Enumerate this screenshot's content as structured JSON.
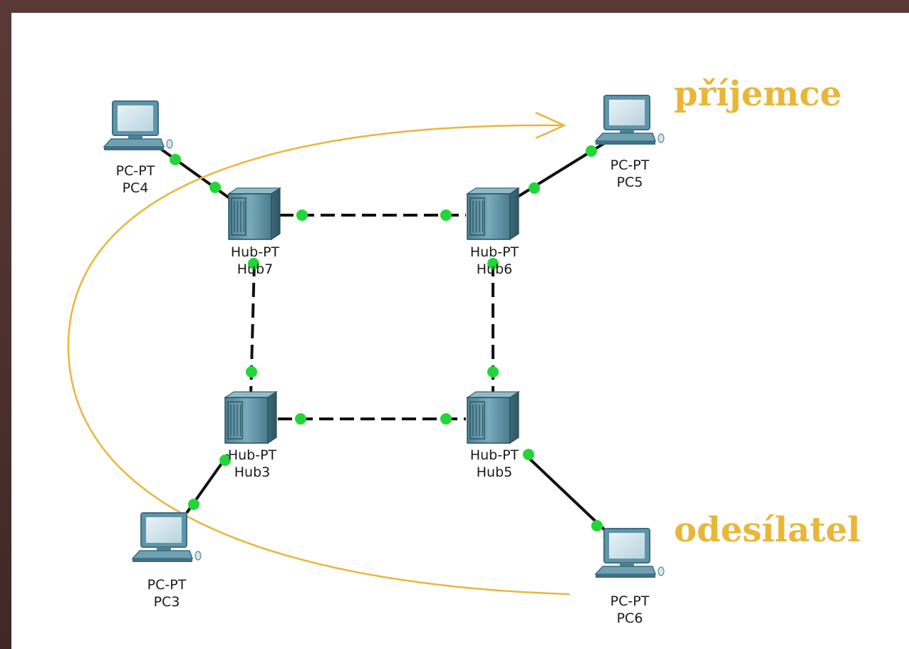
{
  "diagram": {
    "annotations": {
      "receiver": "příjemce",
      "sender": "odesílatel"
    },
    "colors": {
      "annotation": "#e9b63a",
      "arrow": "#e9b63a",
      "link": "#111111",
      "port": "#22d63a",
      "device_body": "#5e93a8",
      "background": "#ffffff",
      "frame": "#4a2f2c"
    },
    "devices": [
      {
        "id": "PC4",
        "kind": "pc",
        "type_label": "PC-PT",
        "name": "PC4"
      },
      {
        "id": "PC5",
        "kind": "pc",
        "type_label": "PC-PT",
        "name": "PC5"
      },
      {
        "id": "PC3",
        "kind": "pc",
        "type_label": "PC-PT",
        "name": "PC3"
      },
      {
        "id": "PC6",
        "kind": "pc",
        "type_label": "PC-PT",
        "name": "PC6"
      },
      {
        "id": "Hub7",
        "kind": "hub",
        "type_label": "Hub-PT",
        "name": "Hub7"
      },
      {
        "id": "Hub6",
        "kind": "hub",
        "type_label": "Hub-PT",
        "name": "Hub6"
      },
      {
        "id": "Hub3",
        "kind": "hub",
        "type_label": "Hub-PT",
        "name": "Hub3"
      },
      {
        "id": "Hub5",
        "kind": "hub",
        "type_label": "Hub-PT",
        "name": "Hub5"
      }
    ],
    "links": [
      {
        "from": "PC4",
        "to": "Hub7",
        "style": "straight"
      },
      {
        "from": "PC5",
        "to": "Hub6",
        "style": "straight"
      },
      {
        "from": "PC3",
        "to": "Hub3",
        "style": "straight"
      },
      {
        "from": "PC6",
        "to": "Hub5",
        "style": "straight"
      },
      {
        "from": "Hub7",
        "to": "Hub6",
        "style": "crossover"
      },
      {
        "from": "Hub7",
        "to": "Hub3",
        "style": "crossover"
      },
      {
        "from": "Hub6",
        "to": "Hub5",
        "style": "crossover"
      },
      {
        "from": "Hub3",
        "to": "Hub5",
        "style": "crossover"
      }
    ],
    "arrow": {
      "from": "PC6",
      "to": "PC5",
      "via": "left"
    }
  }
}
